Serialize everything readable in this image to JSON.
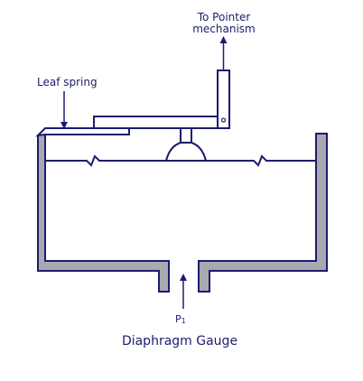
{
  "labels": {
    "pointer_line1": "To Pointer",
    "pointer_line2": "mechanism",
    "leaf_spring": "Leaf spring",
    "p1_base": "P",
    "p1_sub": "1",
    "caption": "Diaphragm Gauge"
  },
  "colors": {
    "stroke": "#1c1c6e",
    "housing_fill": "#a9a9b1",
    "background": "#ffffff"
  }
}
